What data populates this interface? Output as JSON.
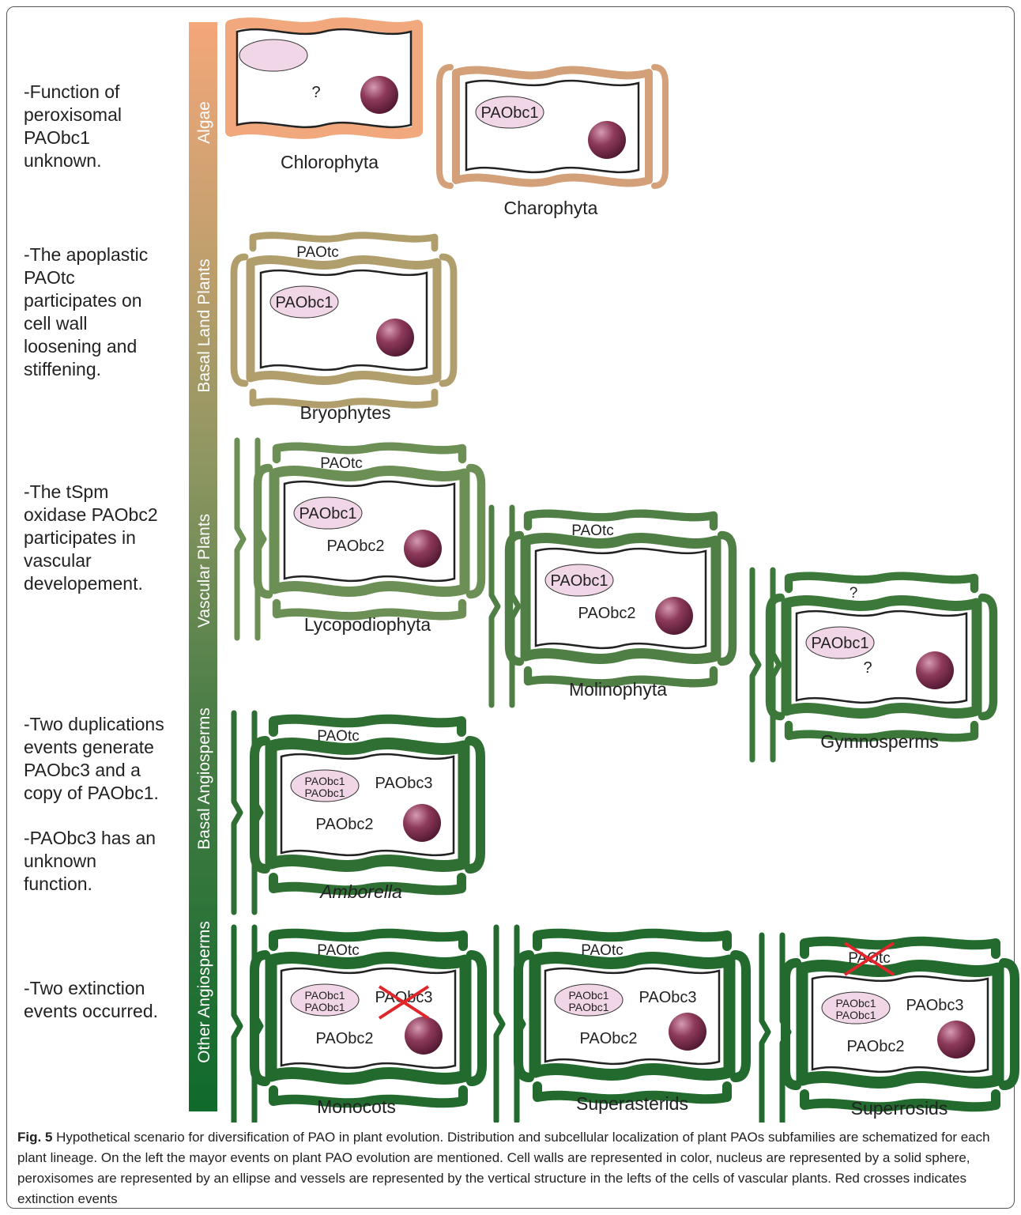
{
  "events": [
    "-Function of\nperoxisomal\nPAObc1\nunknown.",
    "-The apoplastic\nPAOtc\nparticipates on\ncell wall\nloosening and\nstiffening.",
    "-The tSpm\noxidase PAObc2\nparticipates in\nvascular\ndevelopement.",
    "-Two duplications\nevents generate\nPAObc3 and a\ncopy of PAObc1.",
    " -PAObc3 has an\nunknown\nfunction.",
    "-Two extinction\nevents occurred."
  ],
  "lineages": [
    "Algae",
    "Basal Land Plants",
    "Vascular Plants",
    "Basal Angiosperms",
    "Other Angiosperms"
  ],
  "cells": [
    {
      "name": "Chlorophyta",
      "wall_color": "#f0a87c",
      "peroxisome": "",
      "cyt": [
        "?"
      ],
      "apo": ""
    },
    {
      "name": "Charophyta",
      "wall_color": "#d3a07a",
      "peroxisome": "PAObc1",
      "cyt": [],
      "apo": ""
    },
    {
      "name": "Bryophytes",
      "wall_color": "#b19e6d",
      "peroxisome": "PAObc1",
      "cyt": [],
      "apo": "PAOtc"
    },
    {
      "name": "Lycopodiophyta",
      "wall_color": "#6b8f55",
      "peroxisome": "PAObc1",
      "cyt": [
        "PAObc2"
      ],
      "apo": "PAOtc"
    },
    {
      "name": "Molinophyta",
      "wall_color": "#4f7f45",
      "peroxisome": "PAObc1",
      "cyt": [
        "PAObc2"
      ],
      "apo": "PAOtc"
    },
    {
      "name": "Gymnosperms",
      "wall_color": "#3b7839",
      "peroxisome": "PAObc1",
      "cyt": [
        "?"
      ],
      "apo": "?"
    },
    {
      "name": "Amborella",
      "wall_color": "#2f6f34",
      "peroxisome": "PAObc1\nPAObc1",
      "cyt": [
        "PAObc3",
        "PAObc2"
      ],
      "apo": "PAOtc"
    },
    {
      "name": "Monocots",
      "wall_color": "#226a2d",
      "peroxisome": "PAObc1\nPAObc1",
      "cyt": [
        "PAObc3",
        "PAObc2"
      ],
      "apo": "PAOtc"
    },
    {
      "name": "Superasterids",
      "wall_color": "#226a2d",
      "peroxisome": "PAObc1\nPAObc1",
      "cyt": [
        "PAObc3",
        "PAObc2"
      ],
      "apo": "PAOtc"
    },
    {
      "name": "Superrosids",
      "wall_color": "#226a2d",
      "peroxisome": "PAObc1\nPAObc1",
      "cyt": [
        "PAObc3",
        "PAObc2"
      ],
      "apo": "PAOtc"
    }
  ],
  "crossed": [
    "Monocots: PAObc3",
    "Superrosids: PAOtc"
  ],
  "colors": {
    "nucleus": "#7a2a48",
    "peroxisome_fill": "#f0d6e6",
    "cross": "#e0252b",
    "bar_top": "#f4a77a",
    "bar_bottom": "#0f6a2c"
  },
  "caption": {
    "label": "Fig. 5",
    "text": " Hypothetical scenario for diversification of PAO in plant evolution. Distribution and subcellular localization of plant PAOs subfamilies are schematized for each plant lineage. On the left the mayor events on plant PAO evolution are mentioned. Cell walls are represented in color, nucleus are represented by a solid sphere, peroxisomes are represented by an ellipse and vessels are represented by the vertical structure in the lefts of the cells of vascular plants. Red crosses indicates extinction events"
  }
}
